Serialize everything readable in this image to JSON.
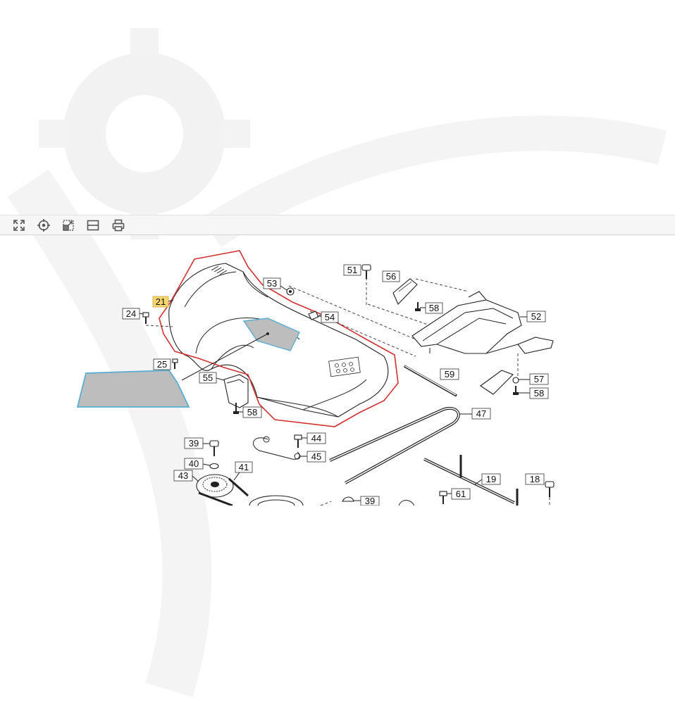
{
  "toolbar": {
    "buttons": [
      {
        "icon": "expand-icon"
      },
      {
        "icon": "crosshair-icon"
      },
      {
        "icon": "resize-icon"
      },
      {
        "icon": "split-view-icon"
      },
      {
        "icon": "print-icon"
      }
    ]
  },
  "diagram": {
    "highlight_color": "#f5d76e",
    "outline_color": "#d33030",
    "callout_color": "#5aaed2",
    "callouts": {
      "c21": "21",
      "c24": "24",
      "c25": "25",
      "c51": "51",
      "c53": "53",
      "c54": "54",
      "c56": "56",
      "c58a": "58",
      "c52": "52",
      "c59": "59",
      "c57": "57",
      "c58b": "58",
      "c55": "55",
      "c58c": "58",
      "c47": "47",
      "c39a": "39",
      "c44": "44",
      "c45": "45",
      "c40": "40",
      "c41": "41",
      "c43": "43",
      "c19": "19",
      "c18": "18",
      "c61": "61",
      "c39b": "39"
    }
  }
}
